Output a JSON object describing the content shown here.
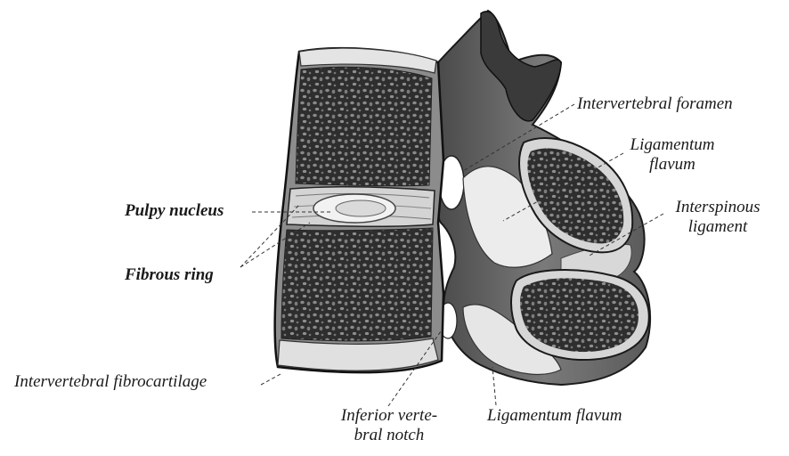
{
  "labels": {
    "pulpy_nucleus": "Pulpy nucleus",
    "fibrous_ring": "Fibrous ring",
    "intervertebral_fibrocartilage": "Intervertebral fibrocartilage",
    "inferior_vertebral_notch_line1": "Inferior verte-",
    "inferior_vertebral_notch_line2": "bral notch",
    "ligamentum_flavum_bottom": "Ligamentum flavum",
    "intervertebral_foramen": "Intervertebral foramen",
    "ligamentum_flavum_right_line1": "Ligamentum",
    "ligamentum_flavum_right_line2": "flavum",
    "interspinous_ligament_line1": "Interspinous",
    "interspinous_ligament_line2": "ligament"
  }
}
